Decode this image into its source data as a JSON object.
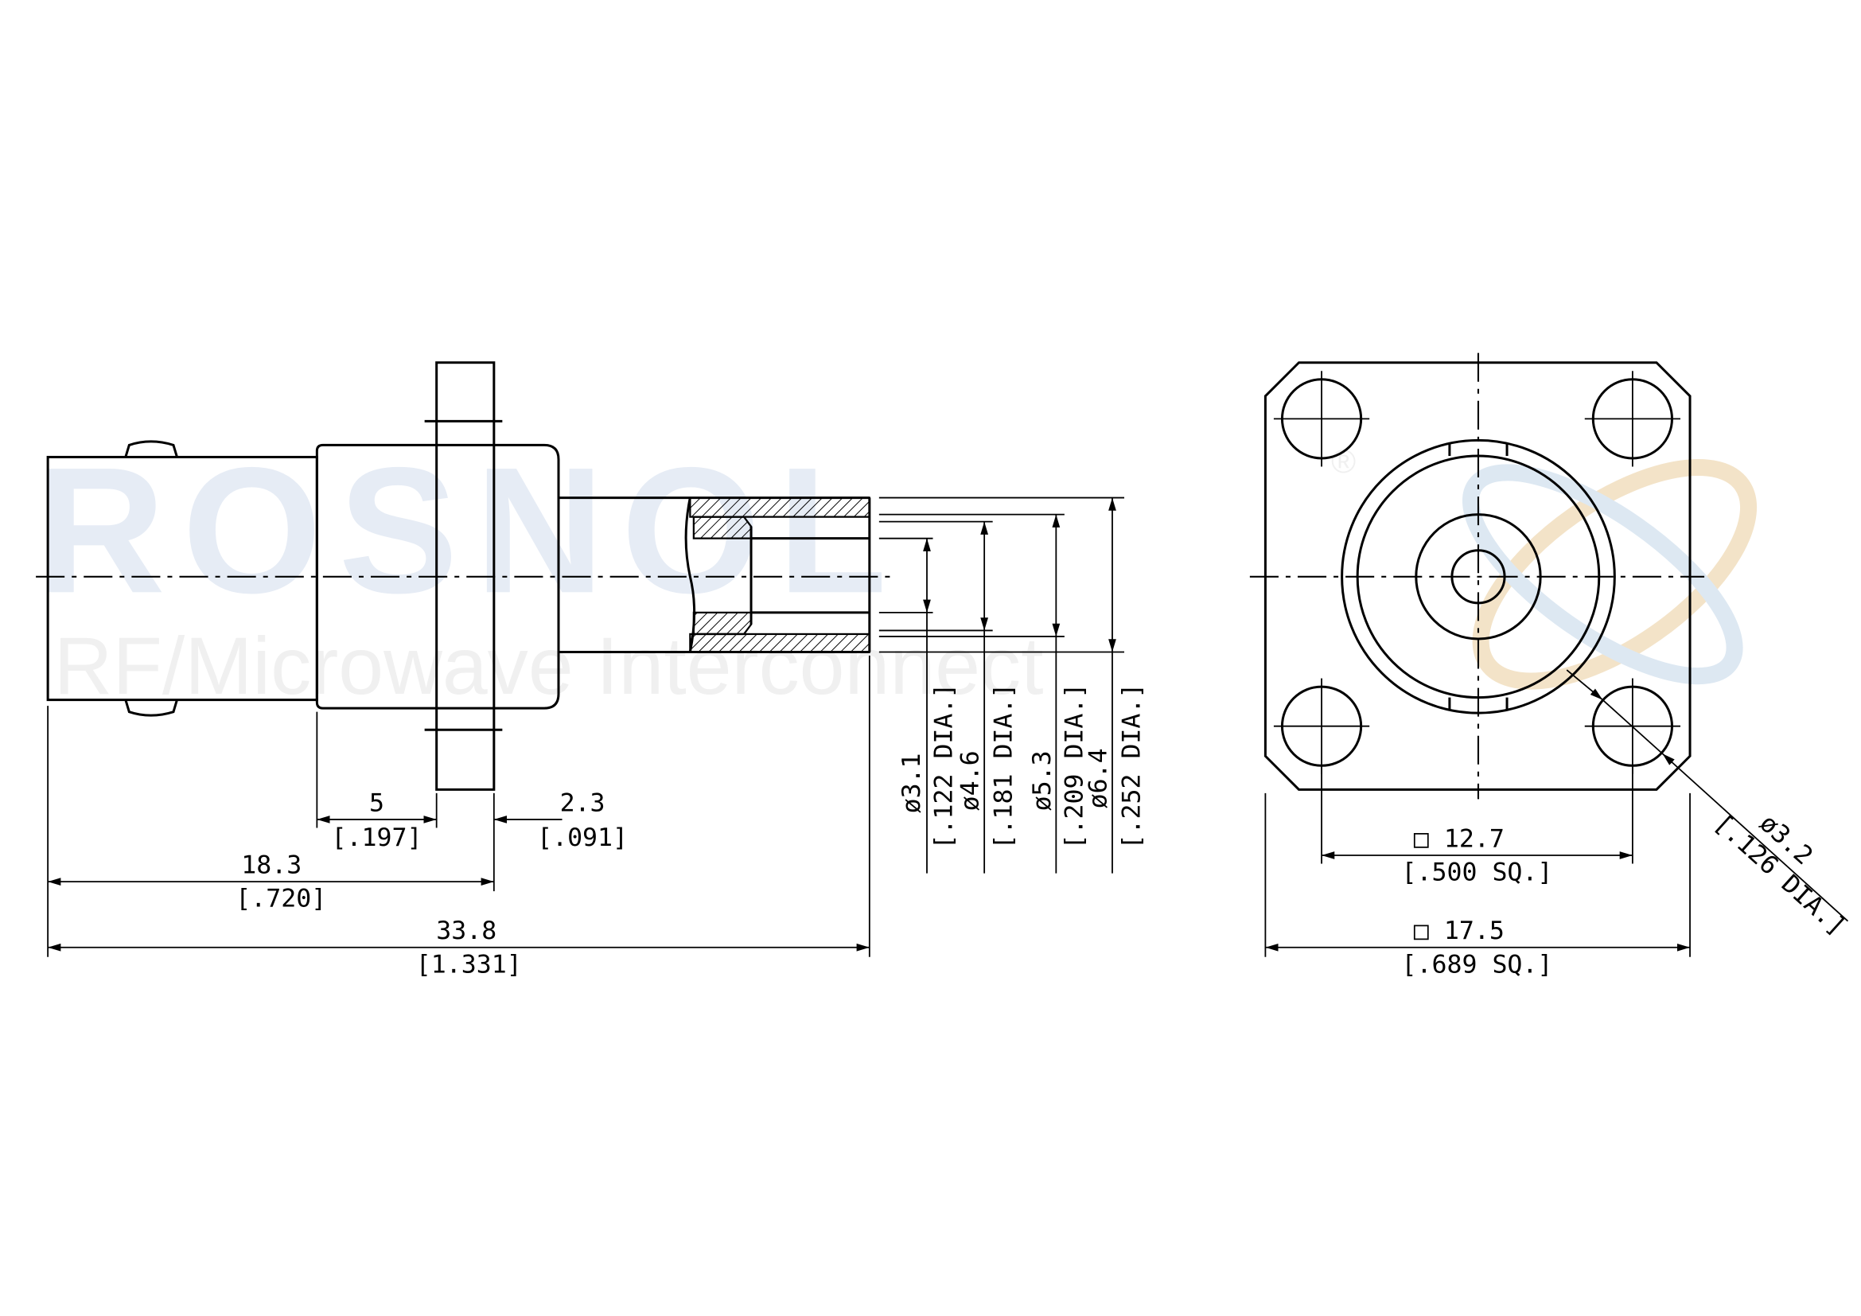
{
  "watermark": {
    "brand": "ROSNOL",
    "registered": "®",
    "tagline": "RF/Microwave Interconnect"
  },
  "side_view": {
    "dims": {
      "d1_mm": "5",
      "d1_in": "[.197]",
      "d2_mm": "2.3",
      "d2_in": "[.091]",
      "d3_mm": "18.3",
      "d3_in": "[.720]",
      "d4_mm": "33.8",
      "d4_in": "[1.331]"
    },
    "diameters": [
      {
        "mm": "ø3.1",
        "in": "[.122 DIA.]"
      },
      {
        "mm": "ø4.6",
        "in": "[.181 DIA.]"
      },
      {
        "mm": "ø5.3",
        "in": "[.209 DIA.]"
      },
      {
        "mm": "ø6.4",
        "in": "[.252 DIA.]"
      }
    ]
  },
  "front_view": {
    "inner_sq_mm": "□ 12.7",
    "inner_sq_in": "[.500 SQ.]",
    "outer_sq_mm": "□ 17.5",
    "outer_sq_in": "[.689 SQ.]",
    "hole_mm": "ø3.2",
    "hole_in": "[.126 DIA.]"
  }
}
